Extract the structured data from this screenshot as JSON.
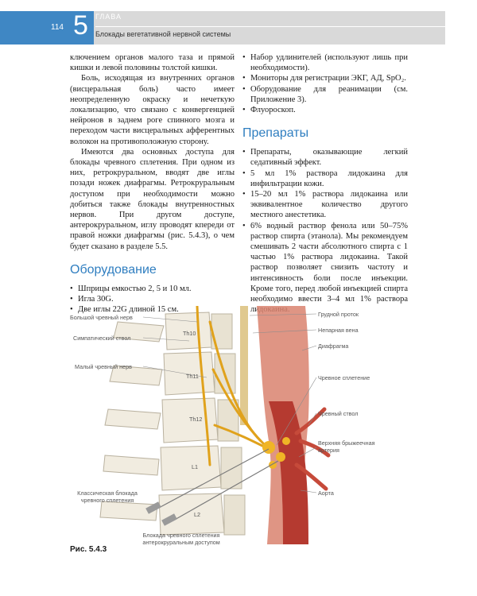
{
  "header": {
    "page_number": "114",
    "chapter_number": "5",
    "chapter_word": "ГЛАВА",
    "chapter_title": "Блокады вегетативной нервной системы"
  },
  "left_column": {
    "p1": "ключением органов малого таза и прямой кишки и левой половины толстой кишки.",
    "p2": "Боль, исходящая из внутренних органов (висцеральная боль) часто имеет неопределенную окраску и нечеткую локализацию, что связано с конвергенцией нейронов в заднем роге спинного мозга и переходом части висцеральных афферентных волокон на противоположную сторону.",
    "p3": "Имеются два основных доступа для блокады чревного сплетения. При одном из них, ретрокруральном, вводят две иглы позади ножек диафрагмы. Ретрокруральным доступом при необходимости можно добиться также блокады внутренностных нервов. При другом доступе, антерокруральном, иглу проводят кпереди от правой ножки диафрагмы (рис. 5.4.3), о чем будет сказано в разделе 5.5.",
    "equipment_heading": "Оборудование",
    "equipment": [
      "Шприцы емкостью 2, 5 и 10 мл.",
      "Игла 30G.",
      "Две иглы 22G длиной 15 см."
    ]
  },
  "right_column": {
    "items_top": [
      "Набор удлинителей (используют лишь при необходимости).",
      "Мониторы для регистрации ЭКГ, АД, SpO₂.",
      "Оборудование для реанимации (см. Приложение 3).",
      "Флуороскоп."
    ],
    "drugs_heading": "Препараты",
    "drugs": [
      "Препараты, оказывающие легкий седативный эффект.",
      "5 мл 1% раствора лидокаина для инфильтрации кожи.",
      "15–20 мл 1% раствора лидокаина или эквивалентное количество другого местного анестетика.",
      "6% водный раствор фенола или 50–75% раствор спирта (этанола). Мы рекомендуем смешивать 2 части абсолютного спирта с 1 частью 1% раствора лидокаина. Такой раствор позволяет снизить частоту и интенсивность боли после инъекции. Кроме того, перед любой инъекцией спирта необходимо ввести 3–4 мл 1% раствора лидокаина."
    ]
  },
  "figure": {
    "labels_left": [
      "Большой чревный нерв",
      "Симпатический ствол",
      "Малый чревный нерв",
      "Классическая блокада чревного сплетения"
    ],
    "labels_right": [
      "Грудной проток",
      "Непарная вена",
      "Диафрагма",
      "Чревное сплетение",
      "Чревный ствол",
      "Верхняя брыжеечная артерия",
      "Аорта"
    ],
    "labels_vertebrae": [
      "Th10",
      "Th11",
      "Th12",
      "L1",
      "L2"
    ],
    "label_bottom": "Блокада чревного сплетения антерокруральным доступом",
    "caption": "Рис. 5.4.3"
  }
}
